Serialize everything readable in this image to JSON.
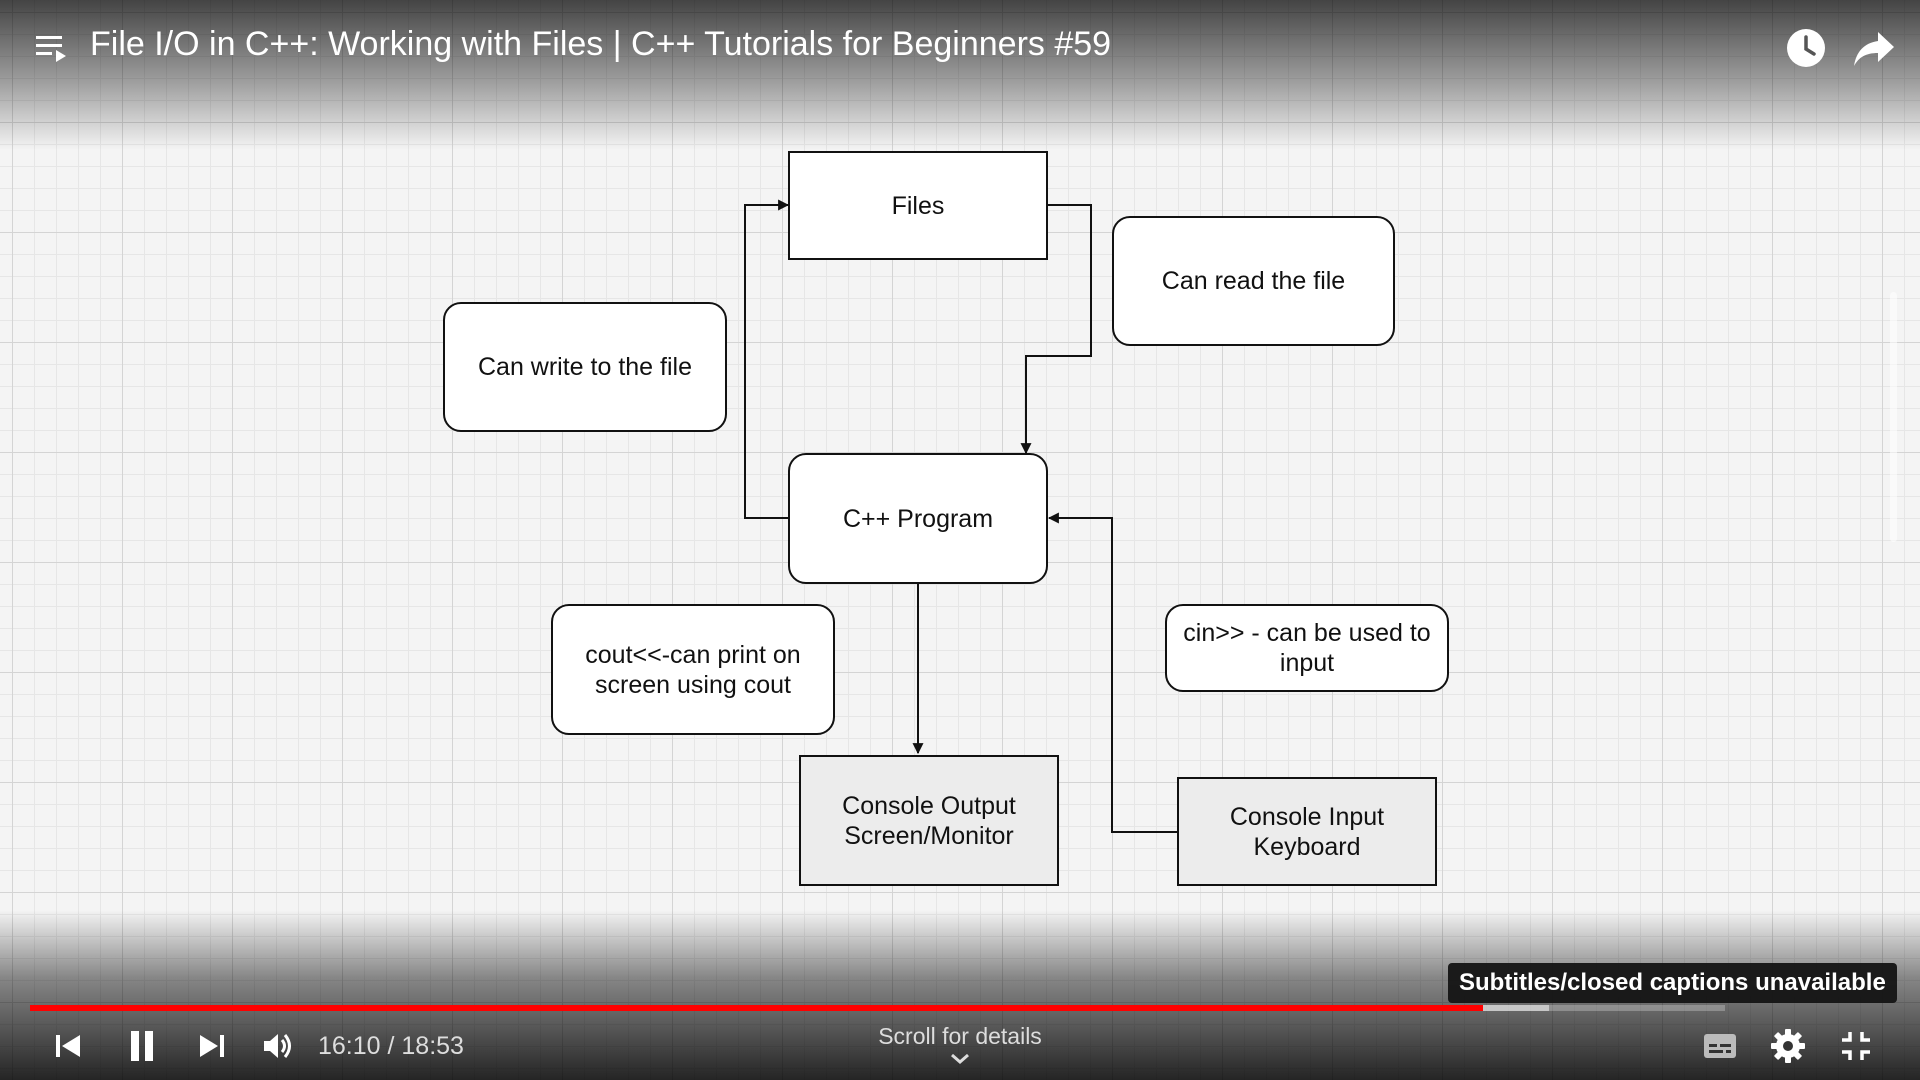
{
  "video": {
    "title": "File I/O in C++: Working with Files | C++ Tutorials for Beginners #59"
  },
  "diagram": {
    "nodes": {
      "files": "Files",
      "can_read": "Can read the file",
      "can_write": "Can write to the file",
      "program": "C++ Program",
      "cout_note": "cout<<-can print on screen using cout",
      "cin_note": "cin>> - can be used to input",
      "console_output": "Console Output Screen/Monitor",
      "console_input": "Console Input Keyboard"
    }
  },
  "controls": {
    "current_time": "16:10",
    "duration": "18:53",
    "time_display": "16:10 / 18:53",
    "progress_fraction": 0.857,
    "buffered_fraction": 0.896,
    "scroll_hint": "Scroll for details",
    "tooltip": "Subtitles/closed captions unavailable",
    "progress_color": "#ff0000"
  },
  "icons": {
    "header": [
      "playlist-icon",
      "clock-icon",
      "share-icon"
    ],
    "footer": [
      "skip-previous-icon",
      "pause-icon",
      "skip-next-icon",
      "volume-icon",
      "chevron-down-icon",
      "subtitles-icon",
      "settings-icon",
      "exit-fullscreen-icon"
    ]
  }
}
